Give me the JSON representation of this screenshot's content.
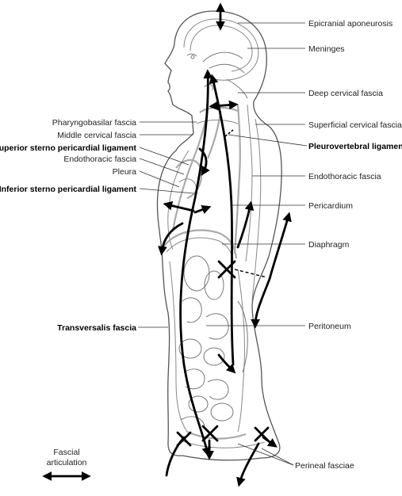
{
  "labels": {
    "epicranial": "Epicranial aponeurosis",
    "meninges": "Meninges",
    "deep_cervical": "Deep cervical fascia",
    "pharyngobasilar": "Pharyngobasilar fascia",
    "superficial_cervical": "Superficial cervical fascia",
    "middle_cervical": "Middle cervical fascia",
    "superior_sterno": "Superior sterno pericardial ligament",
    "pleurovertebral": "Pleurovertebral ligament",
    "endothoracic_left": "Endothoracic fascia",
    "pleura": "Pleura",
    "endothoracic_right": "Endothoracic fascia",
    "inferior_sterno": "Inferior sterno pericardial ligament",
    "pericardium": "Pericardium",
    "diaphragm": "Diaphragm",
    "transversalis": "Transversalis fascia",
    "peritoneum": "Peritoneum",
    "perineal": "Perineal fasciae"
  },
  "legend": {
    "line1": "Fascial",
    "line2": "articulation"
  },
  "colors": {
    "arrow": "#000000",
    "fascia": "#aaaaaa",
    "outline": "#555555"
  }
}
